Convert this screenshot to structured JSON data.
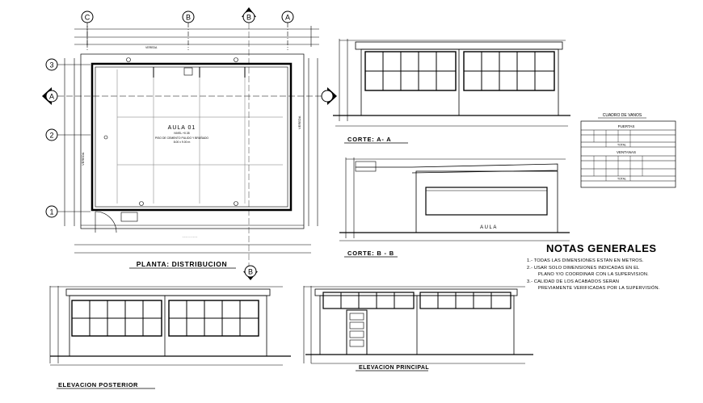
{
  "axes": {
    "c": "C",
    "b": "B",
    "b_section": "B",
    "a": "A",
    "r3": "3",
    "r2": "2",
    "r1": "1",
    "sec_a": "A"
  },
  "plan": {
    "title": "PLANTA: DISTRIBUCION",
    "room_name": "AULA  01",
    "room_text_1": "NIVEL:+0.35",
    "room_text_2": "PISO DE CEMENTO PULIDO Y BRUÑADO",
    "room_text_3": "8.00 x 9.00 m",
    "top_label": "VEREDA",
    "left_label": "VEREDA",
    "right_label": "VEREDA"
  },
  "corte_a": {
    "title": "CORTE: A- A"
  },
  "corte_b": {
    "title": "CORTE: B - B",
    "room_label": "AULA"
  },
  "elev_post": {
    "title": "ELEVACION POSTERIOR"
  },
  "elev_princ": {
    "title": "ELEVACION PRINCIPAL"
  },
  "table": {
    "title": "CUADRO DE VANOS",
    "puertas": "PUERTAS",
    "ventanas": "VENTANAS",
    "total_1": "TOTAL",
    "total_2": "TOTAL"
  },
  "notes": {
    "heading": "NOTAS GENERALES",
    "items": [
      "1.- TODAS LAS DIMENSIONES ESTAN EN METROS.",
      "2.- USAR SOLO DIMENSIONES INDICADAS EN EL",
      "PLANO Y/O COORDINAR CON LA SUPERVISION.",
      "3.- CALIDAD DE LOS ACABADOS SERAN",
      "PREVIAMENTE VERIFICADAS POR LA SUPERVISIÓN."
    ]
  }
}
